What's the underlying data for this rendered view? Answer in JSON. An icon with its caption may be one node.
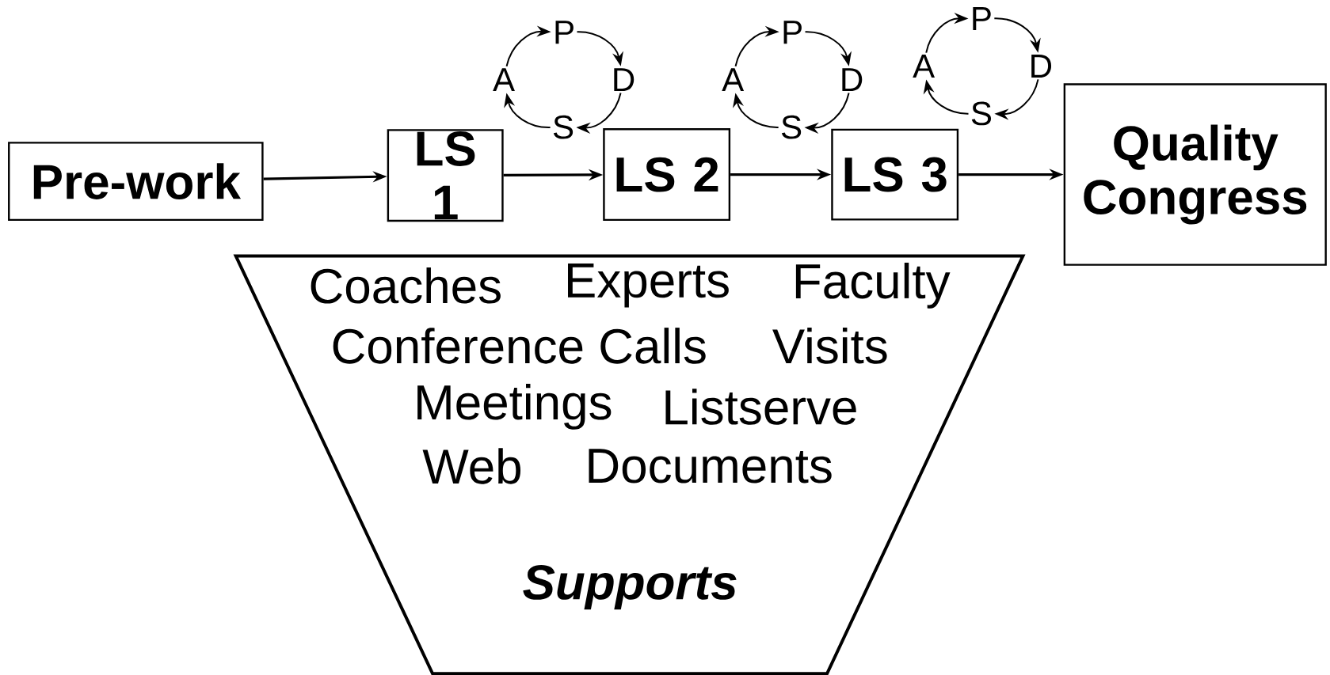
{
  "diagram": {
    "nodes": [
      {
        "text": [
          "Pre-work"
        ]
      },
      {
        "text": [
          "LS 1"
        ]
      },
      {
        "text": [
          "LS 2"
        ]
      },
      {
        "text": [
          "LS 3"
        ]
      },
      {
        "text": [
          "Quality Congress"
        ]
      },
      {
        "text": [
          "Coaches",
          "Experts",
          "Faculty",
          "Conference Calls",
          "Visits",
          "Meetings",
          "Listserve",
          "Web",
          "Documents",
          "Supports"
        ]
      },
      {
        "text": [
          "P"
        ]
      },
      {
        "text": [
          "D"
        ]
      },
      {
        "text": [
          "S"
        ]
      },
      {
        "text": [
          "A"
        ]
      },
      {
        "text": [
          "P"
        ]
      },
      {
        "text": [
          "D"
        ]
      },
      {
        "text": [
          "S"
        ]
      },
      {
        "text": [
          "A"
        ]
      },
      {
        "text": [
          "P"
        ]
      },
      {
        "text": [
          "D"
        ]
      },
      {
        "text": [
          "S"
        ]
      },
      {
        "text": [
          "A"
        ]
      }
    ],
    "edges": [
      {
        "from": 0,
        "to": 1,
        "arrow": "to"
      },
      {
        "from": 1,
        "to": 2,
        "arrow": "to"
      },
      {
        "from": 2,
        "to": 3,
        "arrow": "to"
      },
      {
        "from": 3,
        "to": 4,
        "arrow": "to"
      },
      {
        "from": 9,
        "to": 6,
        "arrow": "to"
      },
      {
        "from": 6,
        "to": 7,
        "arrow": "to"
      },
      {
        "from": 7,
        "to": 8,
        "arrow": "to"
      },
      {
        "from": 8,
        "to": 9,
        "arrow": "to"
      },
      {
        "from": 13,
        "to": 10,
        "arrow": "to"
      },
      {
        "from": 10,
        "to": 11,
        "arrow": "to"
      },
      {
        "from": 11,
        "to": 12,
        "arrow": "to"
      },
      {
        "from": 12,
        "to": 13,
        "arrow": "to"
      },
      {
        "from": 17,
        "to": 14,
        "arrow": "to"
      },
      {
        "from": 14,
        "to": 15,
        "arrow": "to"
      },
      {
        "from": 15,
        "to": 16,
        "arrow": "to"
      },
      {
        "from": 16,
        "to": 17,
        "arrow": "to"
      }
    ]
  }
}
